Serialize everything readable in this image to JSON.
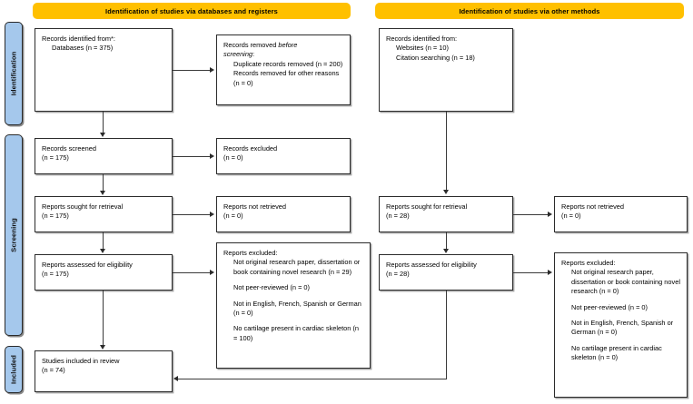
{
  "title": "PRISMA 2020 flow diagram",
  "colors": {
    "header_bar": "#FFC000",
    "stage_tab": "#A5C8EC",
    "box_border": "#2b2b2b",
    "arrow": "#2b2b2b",
    "background": "#ffffff"
  },
  "headers": {
    "databases": "Identification of studies via databases and registers",
    "other": "Identification of studies via other methods"
  },
  "stages": [
    {
      "key": "identification",
      "label": "Identification"
    },
    {
      "key": "screening",
      "label": "Screening"
    },
    {
      "key": "included",
      "label": "Included"
    }
  ],
  "boxes": {
    "records_identified": {
      "name": "records-identified-from",
      "lines": [
        {
          "text": "Records identified from*:",
          "indent": false
        },
        {
          "text": "Databases (n = 375)",
          "indent": true
        }
      ]
    },
    "records_removed": {
      "name": "records-removed-before-screening",
      "lines": [
        {
          "text": "Records removed before",
          "indent": false,
          "italic_tail": "before"
        },
        {
          "text": "screening:",
          "indent": false,
          "italic": true
        },
        {
          "text": "Duplicate records removed (n = 200)",
          "indent": true
        },
        {
          "text": "Records removed for other reasons (n = 0)",
          "indent": true
        }
      ]
    },
    "records_screened": {
      "name": "records-screened",
      "lines": [
        {
          "text": "Records screened",
          "indent": false
        },
        {
          "text": "(n = 175)",
          "indent": false
        }
      ]
    },
    "records_excluded": {
      "name": "records-excluded",
      "lines": [
        {
          "text": "Records excluded",
          "indent": false
        },
        {
          "text": "(n = 0)",
          "indent": false
        }
      ]
    },
    "reports_sought_left": {
      "name": "reports-sought-for-retrieval-databases",
      "lines": [
        {
          "text": "Reports sought for retrieval",
          "indent": false
        },
        {
          "text": "(n = 175)",
          "indent": false
        }
      ]
    },
    "reports_not_retrieved_left": {
      "name": "reports-not-retrieved-databases",
      "lines": [
        {
          "text": "Reports not retrieved",
          "indent": false
        },
        {
          "text": "(n = 0)",
          "indent": false
        }
      ]
    },
    "reports_assessed_left": {
      "name": "reports-assessed-for-eligibility-databases",
      "lines": [
        {
          "text": "Reports assessed for eligibility",
          "indent": false
        },
        {
          "text": "(n = 175)",
          "indent": false
        }
      ]
    },
    "reports_excluded_left": {
      "name": "reports-excluded-databases",
      "lines": [
        {
          "text": "Reports excluded:",
          "indent": false
        },
        {
          "text": "Not original research paper, dissertation or book containing novel research (n = 29)",
          "indent": true
        },
        {
          "text": "",
          "indent": false
        },
        {
          "text": "Not peer-reviewed (n = 0)",
          "indent": true
        },
        {
          "text": "",
          "indent": false
        },
        {
          "text": "Not in English, French, Spanish or German (n = 0)",
          "indent": true
        },
        {
          "text": "",
          "indent": false
        },
        {
          "text": "No cartilage present in cardiac skeleton (n = 100)",
          "indent": true
        }
      ]
    },
    "studies_included": {
      "name": "studies-included-in-review",
      "lines": [
        {
          "text": "Studies included in review",
          "indent": false
        },
        {
          "text": "(n = 74)",
          "indent": false
        }
      ]
    },
    "records_identified_other": {
      "name": "records-identified-from-other-methods",
      "lines": [
        {
          "text": "Records identified from:",
          "indent": false
        },
        {
          "text": "Websites (n = 10)",
          "indent": true
        },
        {
          "text": "Citation searching (n = 18)",
          "indent": true
        }
      ]
    },
    "reports_sought_right": {
      "name": "reports-sought-for-retrieval-other",
      "lines": [
        {
          "text": "Reports sought for retrieval",
          "indent": false
        },
        {
          "text": "(n = 28)",
          "indent": false
        }
      ]
    },
    "reports_not_retrieved_right": {
      "name": "reports-not-retrieved-other",
      "lines": [
        {
          "text": "Reports not retrieved",
          "indent": false
        },
        {
          "text": "(n = 0)",
          "indent": false
        }
      ]
    },
    "reports_assessed_right": {
      "name": "reports-assessed-for-eligibility-other",
      "lines": [
        {
          "text": "Reports assessed for eligibility",
          "indent": false
        },
        {
          "text": "(n = 28)",
          "indent": false
        }
      ]
    },
    "reports_excluded_right": {
      "name": "reports-excluded-other",
      "lines": [
        {
          "text": "Reports excluded:",
          "indent": false
        },
        {
          "text": "Not original research paper, dissertation or book containing novel research (n = 0)",
          "indent": true
        },
        {
          "text": "",
          "indent": false
        },
        {
          "text": "Not peer-reviewed (n = 0)",
          "indent": true
        },
        {
          "text": "",
          "indent": false
        },
        {
          "text": "Not in English, French, Spanish or German (n = 0)",
          "indent": true
        },
        {
          "text": "",
          "indent": false
        },
        {
          "text": "No cartilage present in cardiac skeleton (n = 0)",
          "indent": true
        }
      ]
    }
  }
}
